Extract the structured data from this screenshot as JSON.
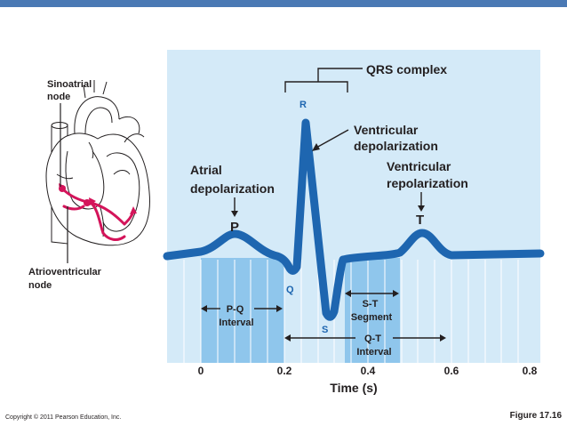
{
  "labels": {
    "sinoatrial": [
      "Sinoatrial",
      "node"
    ],
    "atrioventricular": [
      "Atrioventricular",
      "node"
    ],
    "qrs_complex": "QRS complex",
    "ventricular_depolarization": [
      "Ventricular",
      "depolarization"
    ],
    "ventricular_repolarization": [
      "Ventricular",
      "repolarization"
    ],
    "atrial_depolarization": [
      "Atrial",
      "depolarization"
    ],
    "p_wave": "P",
    "q_wave": "Q",
    "r_wave": "R",
    "s_wave": "S",
    "t_wave": "T",
    "pq_interval": [
      "P-Q",
      "Interval"
    ],
    "st_segment": [
      "S-T",
      "Segment"
    ],
    "qt_interval": [
      "Q-T",
      "Interval"
    ]
  },
  "axis": {
    "title": "Time (s)",
    "ticks": [
      "0",
      "0.2",
      "0.4",
      "0.6",
      "0.8"
    ]
  },
  "footer": {
    "copyright": "Copyright © 2011 Pearson Education, Inc.",
    "figure": "Figure 17.16"
  },
  "colors": {
    "panel": "#d4eaf8",
    "band": "#8fc6ec",
    "wave": "#1e66b0",
    "pathway": "#d4145a"
  }
}
